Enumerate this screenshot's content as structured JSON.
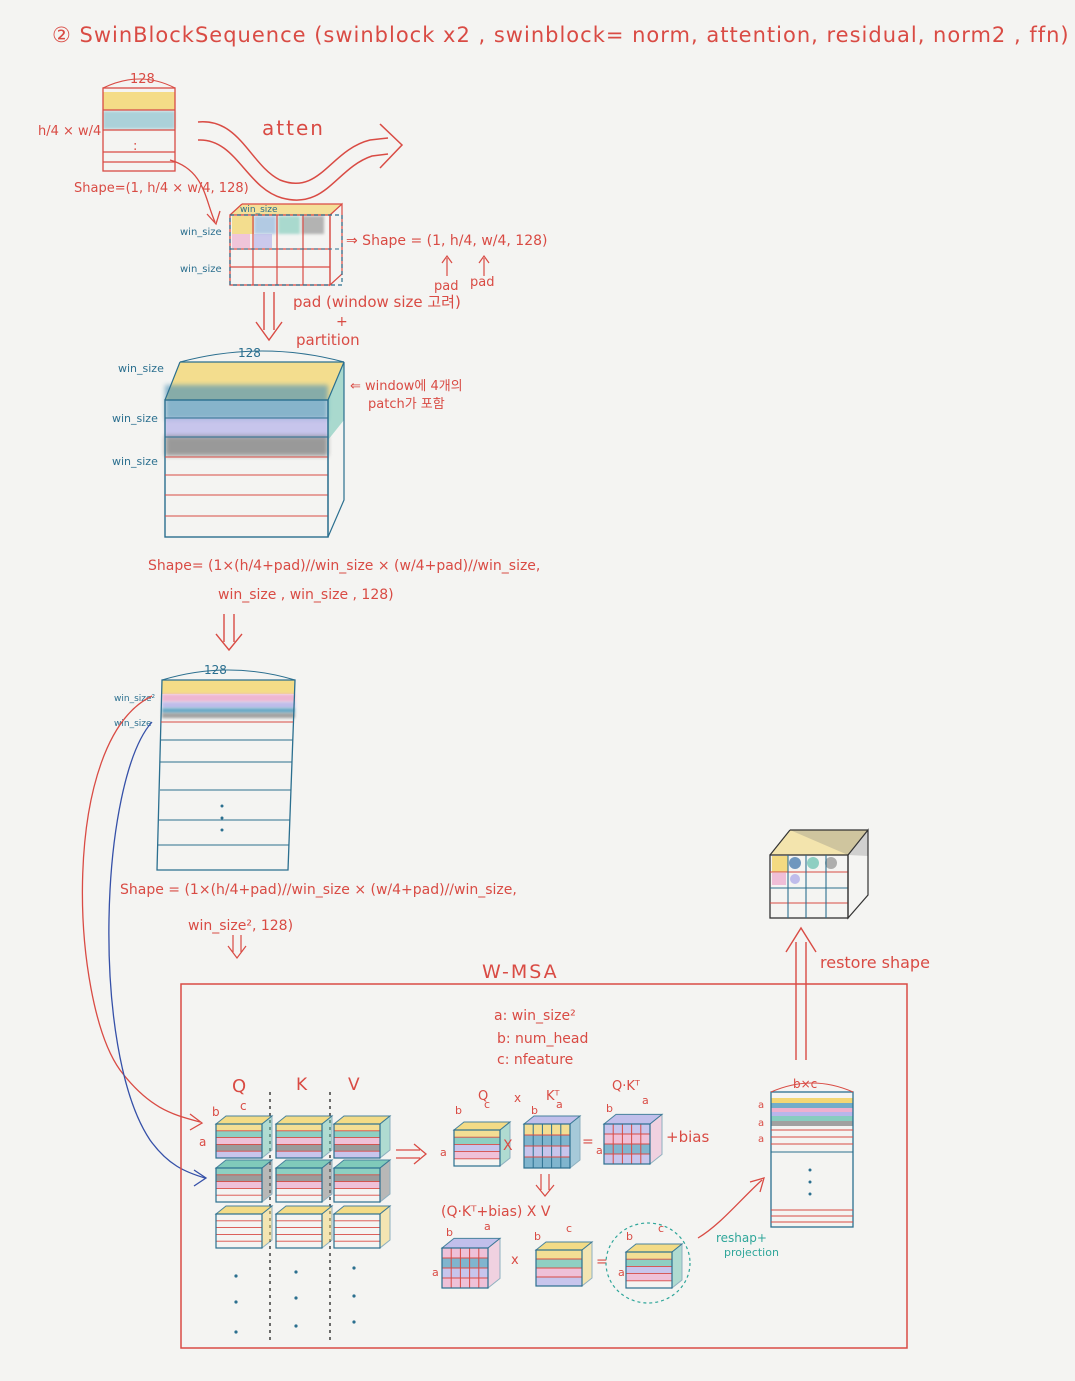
{
  "title": "② SwinBlockSequence (swinblock x2 , swinblock= norm, attention, residual, norm2 , ffn)",
  "labels": {
    "dim_128": "128",
    "h_frac": "h/4 × w/4",
    "dots": ":",
    "shape1": "Shape=(1, h/4 × w/4, 128)",
    "atten": "atten",
    "win_size": "win_size",
    "shape2": "⇒ Shape = (1, h/4, w/4, 128)",
    "pad": "pad",
    "pad_window": "pad (window size 고려)",
    "plus": "+",
    "partition": "partition",
    "window_note_1": "⇐ window에 4개의",
    "window_note_2": "patch가 포함",
    "shape3_line1": "Shape= (1×(h/4+pad)//win_size × (w/4+pad)//win_size,",
    "shape3_line2": "win_size , win_size , 128)",
    "win_size_sq": "win_size²",
    "shape4_line1": "Shape = (1×(h/4+pad)//win_size × (w/4+pad)//win_size,",
    "shape4_line2": "win_size², 128)",
    "restore_shape": "restore shape",
    "wmsa": "W-MSA",
    "legend_a": "a: win_size²",
    "legend_b": "b: num_head",
    "legend_c": "c: nfeature",
    "q": "Q",
    "k": "K",
    "v": "V",
    "kt": "Kᵀ",
    "qkt": "Q·Kᵀ",
    "times": "X",
    "x_small": "x",
    "equals": "=",
    "plus_bias": "+bias",
    "qkt_bias_v": "(Q·Kᵀ+bias) X V",
    "bxc": "b×c",
    "reshape": "reshap+",
    "projection": "projection",
    "a": "a",
    "b": "b",
    "c": "c"
  },
  "colors": {
    "ink_red": "#d94b44",
    "ink_blue": "#2b6f8f",
    "ink_teal": "#2fa69a",
    "yellow": "#f3d774",
    "blue": "#5aa0c2",
    "teal": "#6cc3b1",
    "lavender": "#b9b6ea",
    "pink": "#eeb0cf",
    "gray": "#7e7e7e",
    "paper": "#f4f4f2"
  }
}
